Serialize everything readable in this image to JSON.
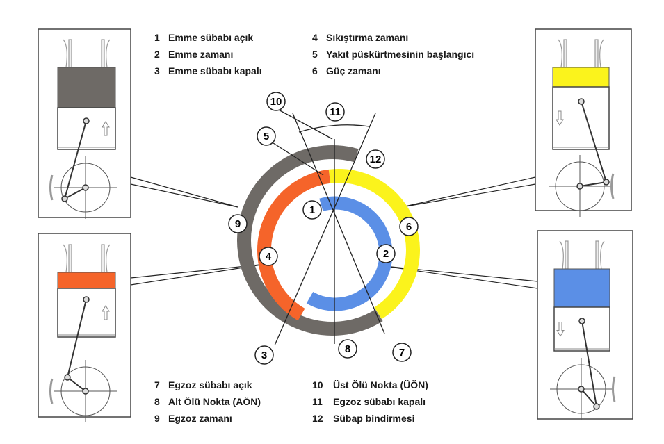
{
  "legend_top_left": [
    {
      "num": "1",
      "text": "Emme sübabı açık"
    },
    {
      "num": "2",
      "text": "Emme zamanı"
    },
    {
      "num": "3",
      "text": "Emme sübabı kapalı"
    }
  ],
  "legend_top_right": [
    {
      "num": "4",
      "text": "Sıkıştırma zamanı"
    },
    {
      "num": "5",
      "text": "Yakıt püskürtmesinin başlangıcı"
    },
    {
      "num": "6",
      "text": "Güç zamanı"
    }
  ],
  "legend_bottom_left": [
    {
      "num": "7",
      "text": "Egzoz sübabı açık"
    },
    {
      "num": "8",
      "text": "Alt Ölü Nokta (AÖN)"
    },
    {
      "num": "9",
      "text": "Egzoz zamanı"
    }
  ],
  "legend_bottom_right": [
    {
      "num": "10",
      "text": "Üst Ölü Nokta (ÜÖN)"
    },
    {
      "num": "11",
      "text": "Egzoz sübabı kapalı"
    },
    {
      "num": "12",
      "text": "Sübap bindirmesi"
    }
  ],
  "markers": [
    "1",
    "2",
    "3",
    "4",
    "5",
    "6",
    "7",
    "8",
    "9",
    "10",
    "11",
    "12"
  ],
  "colors": {
    "exhaust": "#6e6a66",
    "intake": "#5b8fe6",
    "compression": "#f5642a",
    "power": "#fbf31c"
  }
}
